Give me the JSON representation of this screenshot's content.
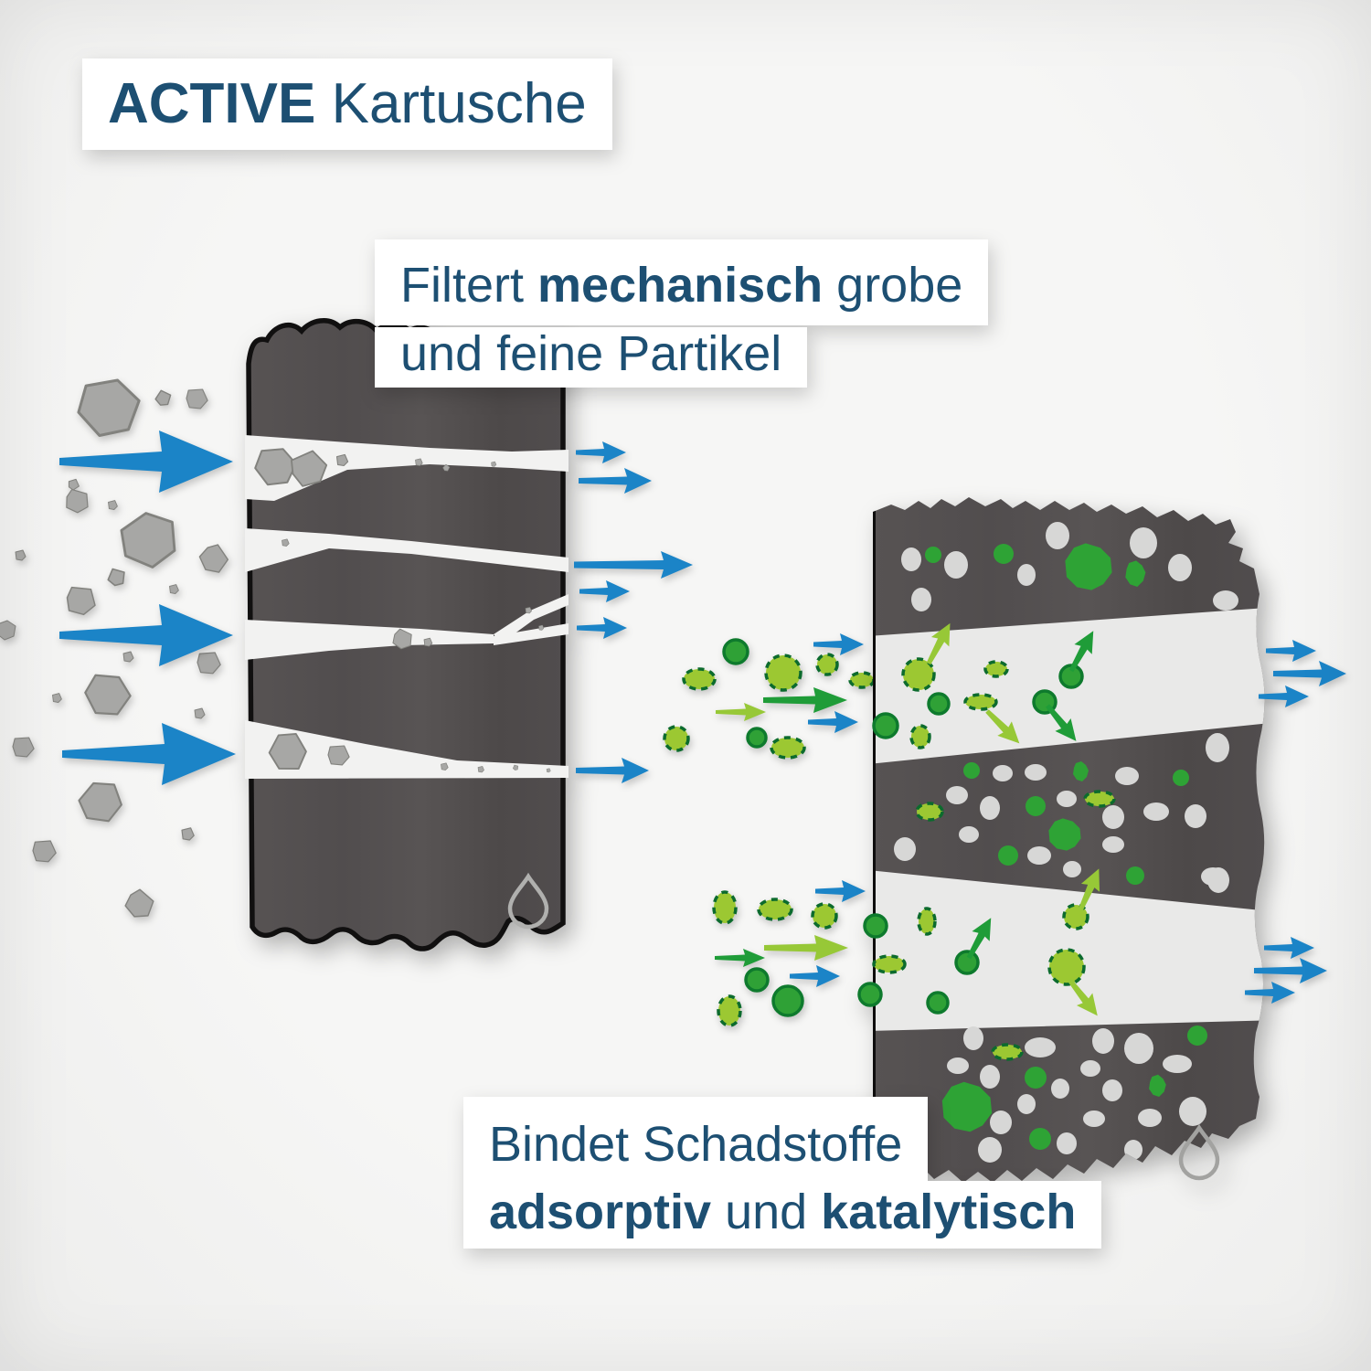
{
  "title": {
    "highlight": "ACTIVE",
    "rest": " Kartusche"
  },
  "labels": {
    "mechanical": {
      "line1_pre": "Filtert ",
      "line1_bold": "mechanisch",
      "line1_post": " grobe",
      "line2": "und feine Partikel"
    },
    "binding": {
      "line1": "Bindet Schadstoffe",
      "line2_bold1": "adsorptiv",
      "line2_mid": " und ",
      "line2_bold2": "katalytisch"
    }
  },
  "colors": {
    "text_blue": "#1d4f72",
    "arrow_blue": "#1b84c7",
    "green_particle_solid": "#2fa136",
    "green_particle_light": "#9cc832",
    "green_arrow_dark": "#1f9c38",
    "green_arrow_light": "#97c837",
    "filter_block_dark": "#524e4e",
    "channel_white": "#f2f2f1",
    "band_white": "#e9e9e8",
    "coarse_particle_gray": "#a7a7a5",
    "pore_dot_gray": "#d7d7d6",
    "background": "#f4f4f3"
  },
  "icons": {
    "left_block": "droplet-icon",
    "right_block": "droplet-icon"
  }
}
